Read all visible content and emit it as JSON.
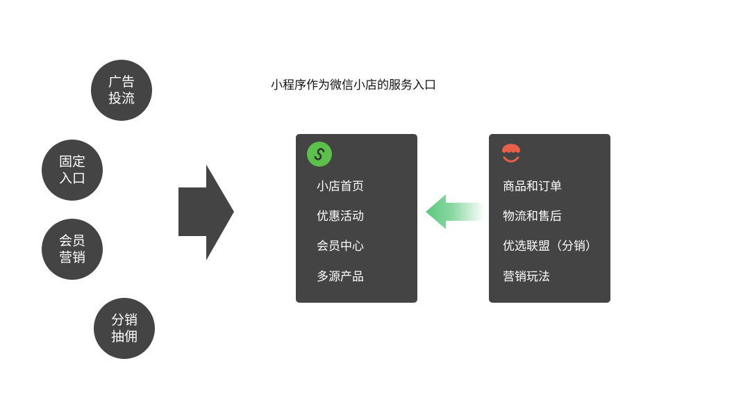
{
  "title": "小程序作为微信小店的服务入口",
  "channels": [
    {
      "line1": "广告",
      "line2": "投流"
    },
    {
      "line1": "固定",
      "line2": "入口"
    },
    {
      "line1": "会员",
      "line2": "营销"
    },
    {
      "line1": "分销",
      "line2": "抽佣"
    }
  ],
  "mini_program_box": {
    "icon": "mini-program-icon",
    "icon_color": "#5bc14a",
    "items": [
      "小店首页",
      "优惠活动",
      "会员中心",
      "多源产品"
    ]
  },
  "shop_box": {
    "icon": "shop-awning-icon",
    "icon_color": "#e8604a",
    "items": [
      "商品和订单",
      "物流和售后",
      "优选联盟（分销）",
      "营销玩法"
    ]
  },
  "colors": {
    "dark": "#444444",
    "arrow_green": "#5cc77f"
  }
}
